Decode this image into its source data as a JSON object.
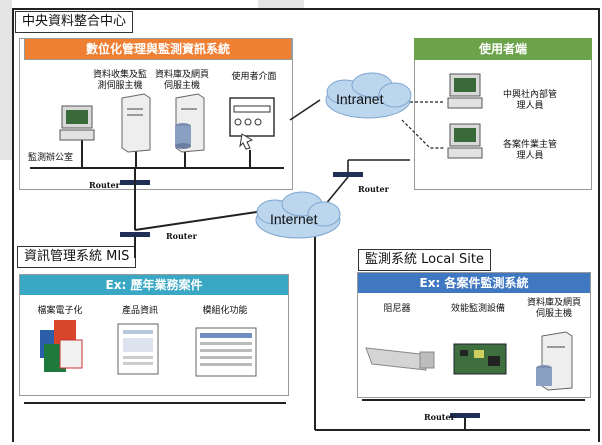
{
  "central": {
    "title": "中央資料整合中心",
    "panel_title": "數位化管理與監測資訊系統",
    "devices": [
      "資料收集及監測伺服主機",
      "資料庫及網頁伺服主機",
      "使用者介面"
    ],
    "office_label": "監測辦公室",
    "router": "Router"
  },
  "user_side": {
    "title": "使用者端",
    "users": [
      "中興社內部管理人員",
      "各案件業主管理人員"
    ],
    "router": "Router"
  },
  "clouds": {
    "intranet": "Intranet",
    "internet": "Internet"
  },
  "mis": {
    "title": "資訊管理系統 MIS",
    "router": "Router",
    "panel_title": "Ex: 歷年業務案件",
    "items": [
      "檔案電子化",
      "產品資訊",
      "模組化功能"
    ]
  },
  "local": {
    "title": "監測系統 Local Site",
    "panel_title": "Ex: 各案件監測系統",
    "items": [
      "阻尼器",
      "效能監測設備",
      "資料庫及網頁伺服主機"
    ],
    "router": "Router"
  },
  "colors": {
    "orange": "#ee7f33",
    "green": "#6ca24a",
    "teal": "#3aa8c5",
    "blue": "#3f78c1",
    "cloud": "#bcd6ee"
  }
}
